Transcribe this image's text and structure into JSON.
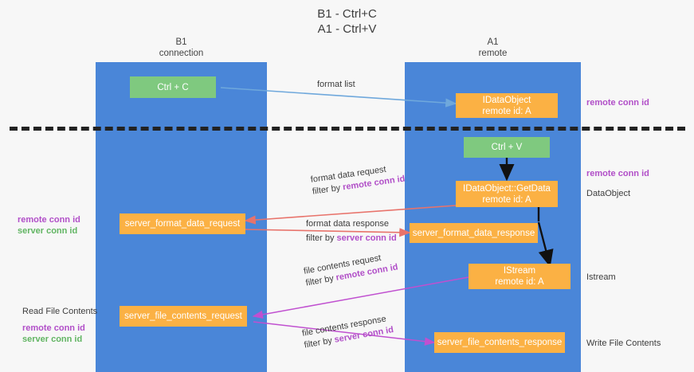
{
  "title": {
    "line1": "B1 - Ctrl+C",
    "line2": "A1 - Ctrl+V"
  },
  "lanes": [
    {
      "id": "b1",
      "name": "B1",
      "sub": "connection",
      "color": "#4a86d8"
    },
    {
      "id": "a1",
      "name": "A1",
      "sub": "remote",
      "color": "#4a86d8"
    }
  ],
  "colors": {
    "lane": "#4a86d8",
    "green_node": "#7fc97f",
    "orange_node": "#fbb144",
    "remote_conn_id": "#b14fc8",
    "server_conn_id": "#62b563",
    "divider": "#222222",
    "arrow_blue": "#6fa8dc",
    "arrow_red": "#e8736b",
    "arrow_magenta": "#c050d0",
    "arrow_black": "#111111",
    "background": "#f7f7f7"
  },
  "nodes": {
    "ctrl_c": {
      "label": "Ctrl + C"
    },
    "ctrl_v": {
      "label": "Ctrl + V"
    },
    "idataobject": {
      "line1": "IDataObject",
      "line2": "remote id: A"
    },
    "idataobject_getdata": {
      "line1": "IDataObject::GetData",
      "line2": "remote id: A"
    },
    "istream": {
      "line1": "IStream",
      "line2": "remote id: A"
    },
    "server_format_data_request": {
      "label": "server_format_data_request"
    },
    "server_format_data_response": {
      "label": "server_format_data_response"
    },
    "server_file_contents_request": {
      "label": "server_file_contents_request"
    },
    "server_file_contents_response": {
      "label": "server_file_contents_response"
    }
  },
  "edge_labels": {
    "format_list": {
      "line1": "format list"
    },
    "format_data_request": {
      "line1": "format data request",
      "line2_prefix": "filter by ",
      "line2_key": "remote conn id"
    },
    "format_data_response": {
      "line1": "format data response",
      "line2_prefix": "filter by ",
      "line2_key": "server conn id"
    },
    "file_contents_request": {
      "line1": "file contents request",
      "line2_prefix": "filter by ",
      "line2_key": "remote conn id"
    },
    "file_contents_response": {
      "line1": "file contents response",
      "line2_prefix": "filter by ",
      "line2_key": "server conn id"
    }
  },
  "annotations": {
    "right_top": {
      "text": "remote conn id"
    },
    "right_mid": {
      "text": "remote conn id"
    },
    "right_dataobject": {
      "text": "DataObject"
    },
    "right_istream": {
      "text": "Istream"
    },
    "right_write_file": {
      "text": "Write File Contents"
    },
    "left_mid": {
      "line1": "remote conn id",
      "line2": "server conn id"
    },
    "left_read_file": {
      "title": "Read File Contents",
      "line1": "remote conn id",
      "line2": "server conn id"
    }
  }
}
